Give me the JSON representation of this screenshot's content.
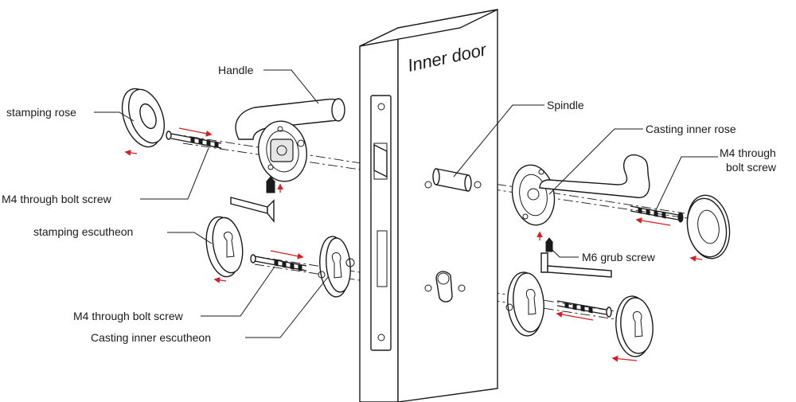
{
  "door": {
    "label": "Inner door"
  },
  "labels": {
    "handle": "Handle",
    "stamping_rose": "stamping rose",
    "m4_bolt_upper_left": "M4 through bolt screw",
    "stamping_escutheon": "stamping escutheon",
    "m4_bolt_lower_left": "M4 through bolt screw",
    "casting_inner_escutheon": "Casting inner escutheon",
    "spindle": "Spindle",
    "casting_inner_rose": "Casting inner rose",
    "m4_bolt_right_line1": "M4 through",
    "m4_bolt_right_line2": "bolt screw",
    "m6_grub_screw": "M6 grub screw"
  },
  "colors": {
    "line": "#1a1a1a",
    "arrow": "#d62020",
    "background": "#ffffff"
  }
}
